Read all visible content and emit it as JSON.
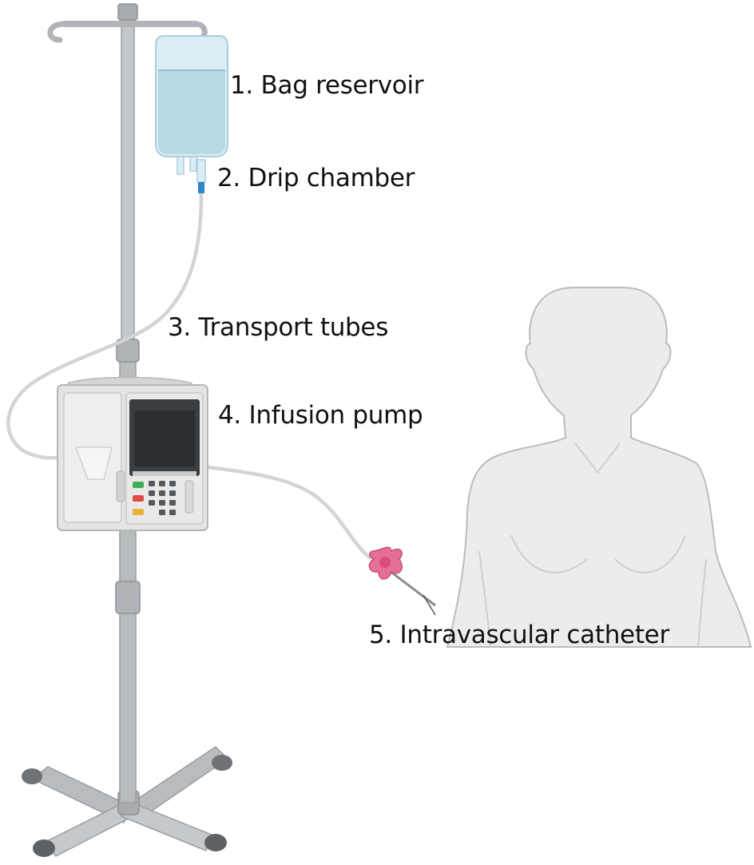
{
  "labels": {
    "bag_reservoir": "1. Bag reservoir",
    "drip_chamber": "2. Drip chamber",
    "transport_tubes": "3. Transport tubes",
    "infusion_pump": "4. Infusion pump",
    "intravascular_catheter": "5. Intravascular catheter"
  },
  "colors": {
    "pole": "#b9bcbf",
    "pole_dark": "#8e9296",
    "bag_fluid": "#b8d9e6",
    "bag_shell": "#dbeef5",
    "drip_connector": "#2f86c8",
    "tube": "#d2d4d6",
    "pump_body": "#e4e5e3",
    "pump_screen": "#2b2e33",
    "button_green": "#3fae5a",
    "button_red": "#e04b4b",
    "button_yellow": "#e8b23a",
    "catheter": "#e56f96",
    "body_fill": "#ececec",
    "body_outline": "#b9b9b9"
  }
}
